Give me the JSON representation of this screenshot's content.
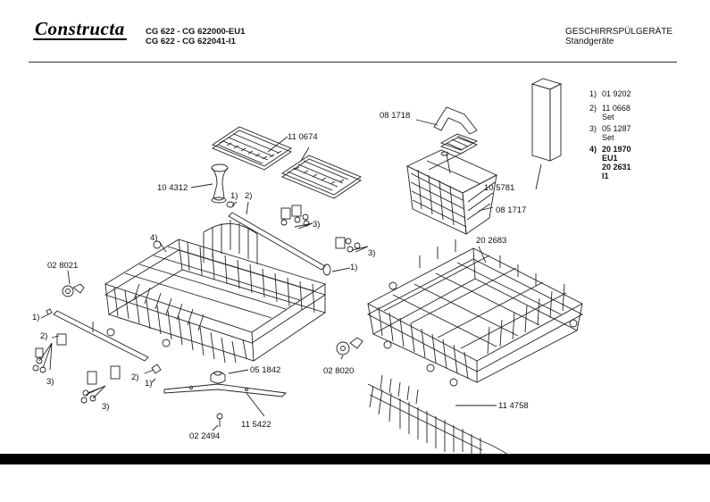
{
  "header": {
    "brand": "Constructa",
    "model_line_1": "CG 622 - CG 622000-EU1",
    "model_line_2": "CG 622 - CG 622041-I1",
    "category_line_1": "GESCHIRRSPÜLGERÄTE",
    "category_line_2": "Standgeräte"
  },
  "legend": [
    {
      "num": "1)",
      "value": "01 9202",
      "bold": false,
      "sub": []
    },
    {
      "num": "2)",
      "value": "11 0668",
      "bold": false,
      "sub": [
        "Set"
      ]
    },
    {
      "num": "3)",
      "value": "05 1287",
      "bold": false,
      "sub": [
        "Set"
      ]
    },
    {
      "num": "4)",
      "value": "20 1970",
      "bold": true,
      "sub": [
        "EU1",
        "20 2631",
        "I1"
      ]
    }
  ],
  "parts": {
    "p110674": "11 0674",
    "p104312": "10 4312",
    "p081718": "08 1718",
    "p105781": "10 5781",
    "p081717": "08 1717",
    "p202683": "20 2683",
    "p028021": "02 8021",
    "p028020": "02 8020",
    "p051842": "05 1842",
    "p115422": "11 5422",
    "p022494": "02 2494",
    "p114758": "11 4758"
  },
  "callouts": {
    "c1": "1)",
    "c2": "2)",
    "c3": "3)",
    "c4": "4)"
  }
}
